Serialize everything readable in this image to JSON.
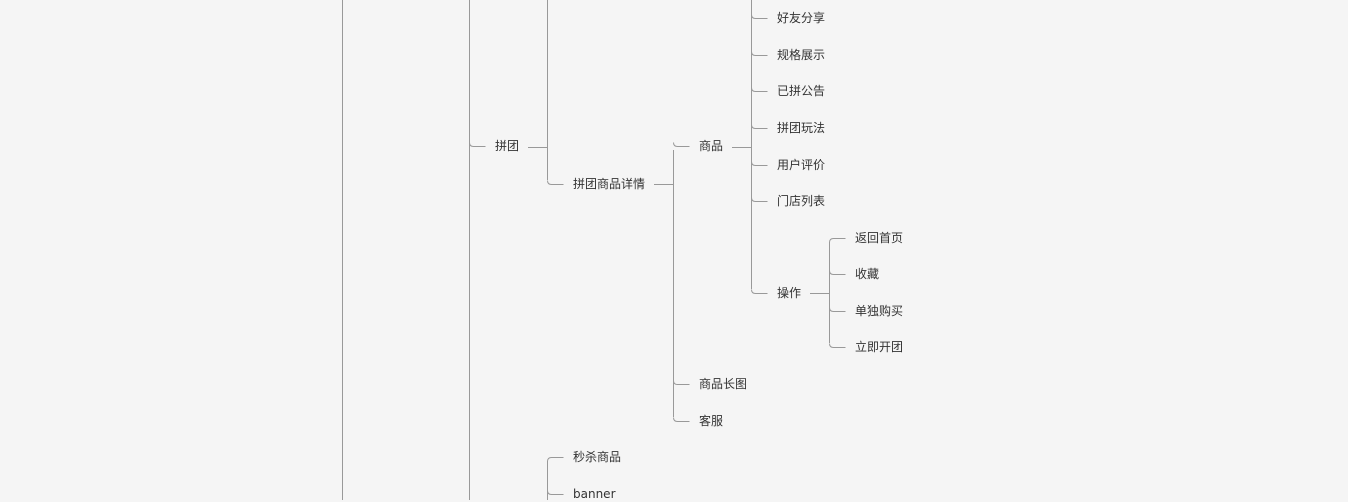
{
  "colors": {
    "background": "#f5f5f5",
    "line": "#999999",
    "text": "#333333"
  },
  "mindmap": {
    "pintuan": "拼团",
    "detail": "拼团商品详情",
    "goods": "商品",
    "goods_children": [
      "好友分享",
      "规格展示",
      "已拼公告",
      "拼团玩法",
      "用户评价",
      "门店列表"
    ],
    "operation": "操作",
    "operation_children": [
      "返回首页",
      "收藏",
      "单独购买",
      "立即开团"
    ],
    "long_image": "商品长图",
    "service": "客服",
    "seckill_goods": "秒杀商品",
    "banner": "banner"
  }
}
